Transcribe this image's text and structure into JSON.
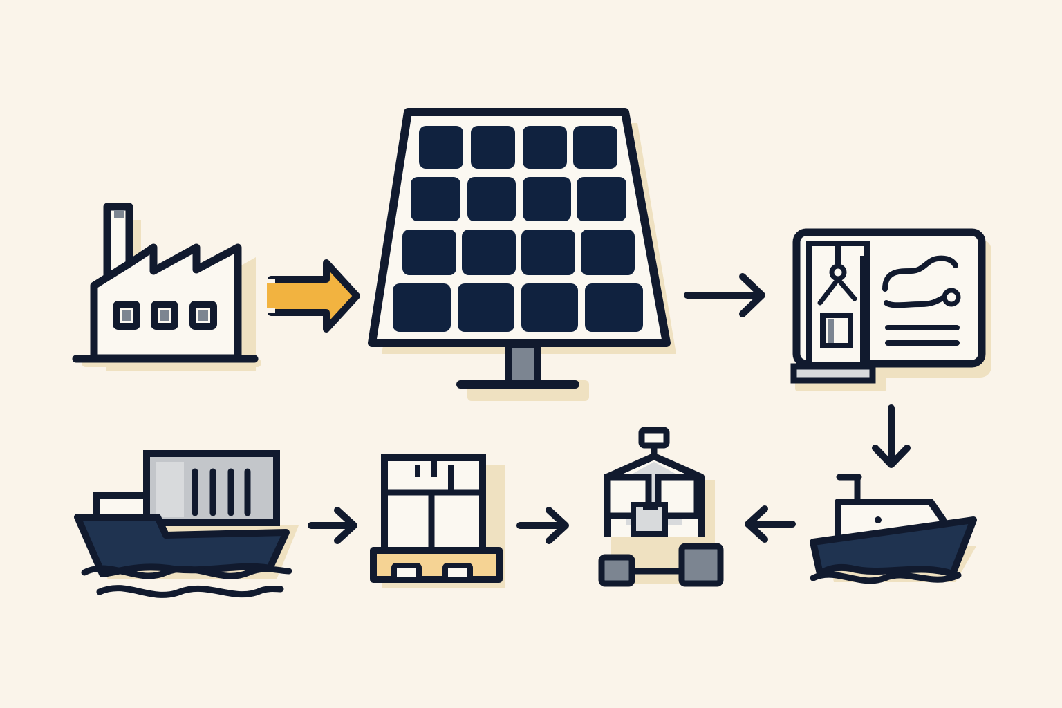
{
  "diagram": {
    "nodes": [
      {
        "id": "factory",
        "icon": "factory-icon"
      },
      {
        "id": "solar-panel",
        "icon": "solar-panel-icon"
      },
      {
        "id": "inspection",
        "icon": "inspection-board-icon"
      },
      {
        "id": "small-ship",
        "icon": "small-ship-icon"
      },
      {
        "id": "distribution",
        "icon": "distribution-hub-icon"
      },
      {
        "id": "pallet",
        "icon": "pallet-boxes-icon"
      },
      {
        "id": "cargo-ship",
        "icon": "container-ship-icon"
      }
    ],
    "edges": [
      {
        "from": "factory",
        "to": "solar-panel",
        "style": "highlighted"
      },
      {
        "from": "solar-panel",
        "to": "inspection"
      },
      {
        "from": "inspection",
        "to": "small-ship"
      },
      {
        "from": "small-ship",
        "to": "distribution"
      },
      {
        "from": "cargo-ship",
        "to": "pallet"
      },
      {
        "from": "pallet",
        "to": "distribution"
      }
    ]
  },
  "colors": {
    "background": "#faf4ea",
    "ink": "#111a2e",
    "navy": "#10223f",
    "hull": "#1f3350",
    "accent": "#f2b340",
    "pallet": "#f5d394",
    "shadow": "#efe1c1",
    "fill": "#fbf8f1",
    "gray": "#7c8591"
  }
}
